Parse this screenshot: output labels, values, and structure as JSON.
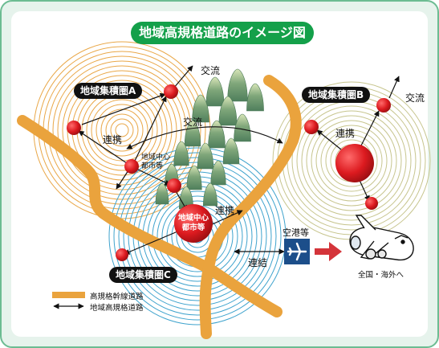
{
  "title": "地域高規格道路のイメージ図",
  "regions": {
    "a": "地域集積圏A",
    "b": "地域集積圏B",
    "c": "地域集積圏C"
  },
  "labels": {
    "exchange_a": "交流",
    "exchange_mid": "交流",
    "exchange_b": "交流",
    "cooperation_a": "連携",
    "cooperation_b": "連携",
    "cooperation_c": "連携",
    "regional_center_small": "地域中心\n都市等",
    "regional_center_big": "地域中心\n都市等",
    "airport": "空港等",
    "connection": "連結",
    "nationwide": "全国・海外へ"
  },
  "legend": {
    "trunk_road": "高規格幹線道路",
    "regional_road": "地域高規格道路"
  },
  "colors": {
    "frame": "#6cbc92",
    "title_bg": "#14a04a",
    "trunk_road": "#eaa33d",
    "rings_a": "#e9a748",
    "rings_b": "#c7c58e",
    "rings_c": "#3fa3cd",
    "city": "#dc1a1f",
    "airport": "#1c4e8a",
    "connector_arrow": "#d4343a"
  },
  "icons": [
    "airport-icon",
    "airplane-icon",
    "mountain-icon"
  ]
}
